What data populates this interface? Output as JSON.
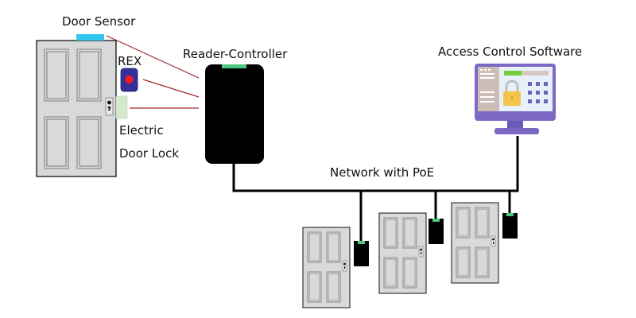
{
  "labels": {
    "door_sensor": "Door Sensor",
    "rex": "REX",
    "electric_lock_line1": "Electric",
    "electric_lock_line2": "Door Lock",
    "reader_controller": "Reader-Controller",
    "access_software": "Access Control Software",
    "network": "Network with PoE"
  },
  "colors": {
    "door_fill": "#d9d9d9",
    "door_panel": "#8a8a8a",
    "door_sensor": "#2ec8ee",
    "rex_body": "#34309a",
    "rex_button": "#ff1a1a",
    "lock_strike": "#d6e8cf",
    "wire_red": "#a02828",
    "reader_body": "#000000",
    "reader_led": "#4cc97e",
    "network_line": "#000000",
    "monitor_frame": "#7b69c4",
    "monitor_screen": "#e8f1fb",
    "monitor_sidebar": "#cdbdb7",
    "progress_fill": "#6fce3a",
    "progress_track": "#d6c9c3",
    "padlock": "#f5c44a",
    "keypad": "#6c64b8"
  },
  "remote_doors": [
    {
      "id": "door-1"
    },
    {
      "id": "door-2"
    },
    {
      "id": "door-3"
    }
  ]
}
